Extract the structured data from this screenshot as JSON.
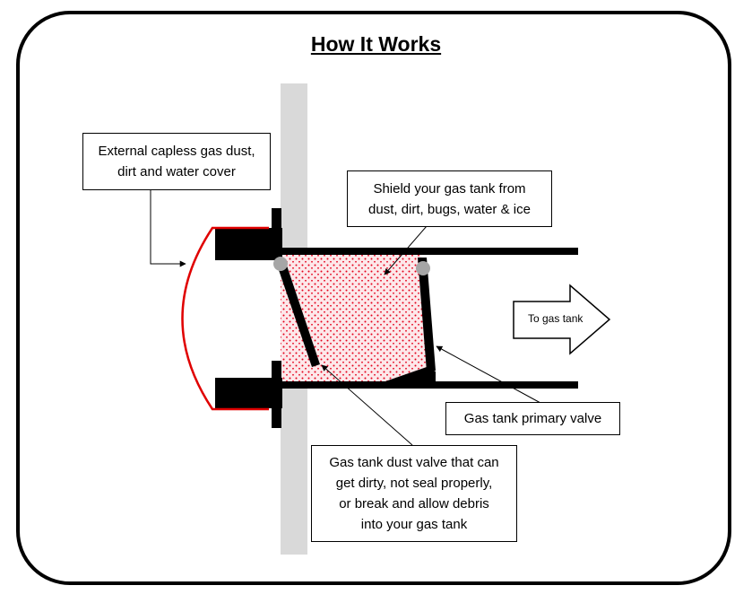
{
  "title": "How It Works",
  "callouts": {
    "external_cover": [
      "External capless gas dust,",
      "dirt and water cover"
    ],
    "shield": [
      "Shield your gas tank from",
      "dust, dirt, bugs, water & ice"
    ],
    "primary_valve": [
      "Gas tank primary valve"
    ],
    "dust_valve": [
      "Gas tank dust valve that can",
      "get dirty, not seal properly,",
      "or break and allow debris",
      "into your gas tank"
    ]
  },
  "direction_arrow": {
    "label": "To gas tank"
  },
  "colors": {
    "outline": "#000000",
    "wall": "#d9d9d9",
    "cover": "#e00000",
    "fill_dots": "#e4001b",
    "fill_bg": "#fde8ea",
    "seal": "#a6a6a6"
  }
}
